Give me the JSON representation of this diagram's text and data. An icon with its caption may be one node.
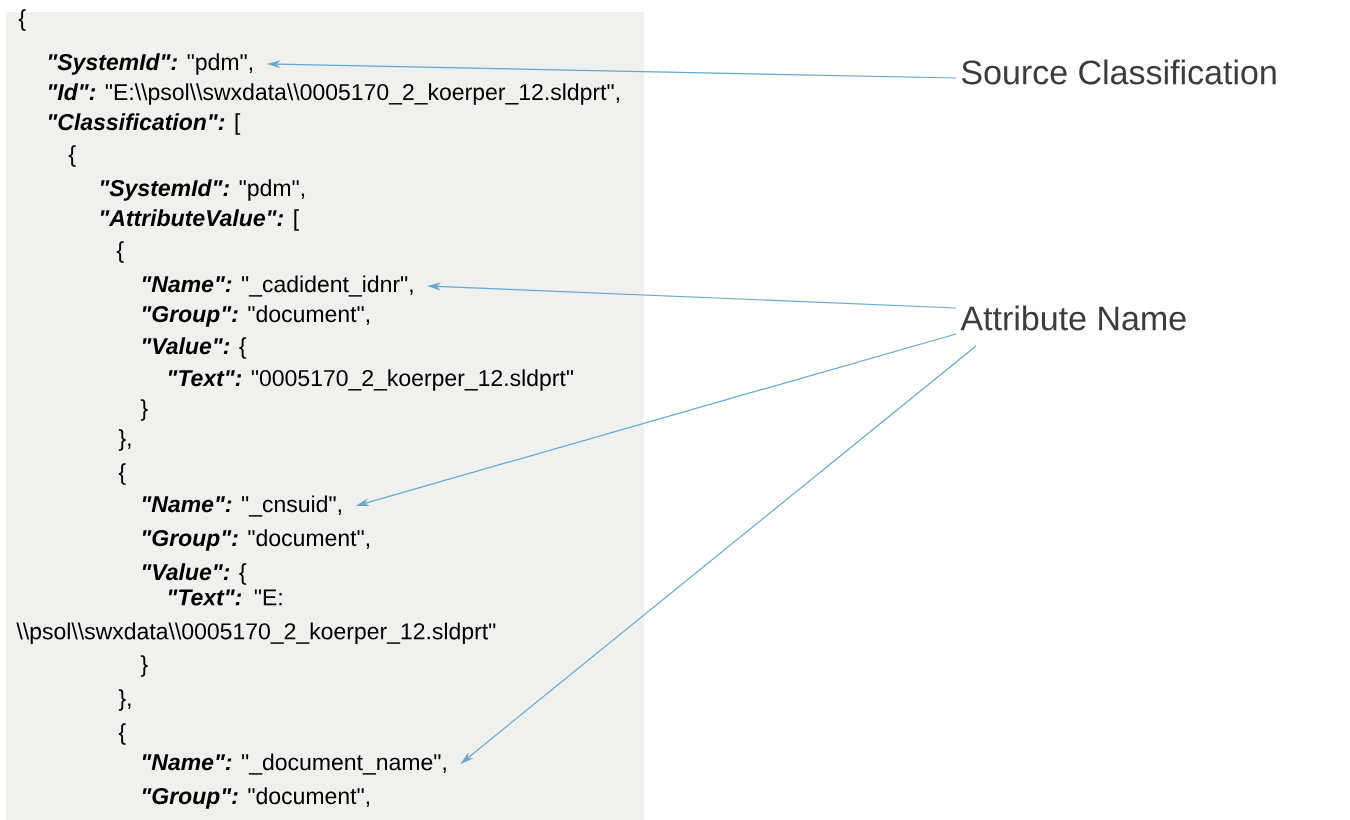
{
  "diagram": {
    "nodes": [
      {
        "text": [
          "**\"SystemId\":** \"pdm\","
        ]
      },
      {
        "text": [
          "Source Classification"
        ]
      },
      {
        "text": [
          "**\"Name\":** \"_cadident_idnr\","
        ]
      },
      {
        "text": [
          "Attribute Name"
        ]
      },
      {
        "text": [
          "**\"Name\":** \"_cnsuid\","
        ]
      },
      {
        "text": [
          "**\"Name\":** \"_document_name\","
        ]
      }
    ],
    "edges": [
      {
        "from": 1,
        "to": 0,
        "arrow": "to"
      },
      {
        "from": 3,
        "to": 2,
        "arrow": "to"
      },
      {
        "from": 3,
        "to": 4,
        "arrow": "to"
      },
      {
        "from": 3,
        "to": 5,
        "arrow": "to"
      }
    ],
    "labels": [
      "{",
      "**\"Id\":** \"E:\\\\psol\\\\swxdata\\\\0005170_2_koerper_12.sldprt\",",
      "**\"Classification\":** [",
      "{",
      "**\"SystemId\":** \"pdm\",",
      "**\"AttributeValue\":** [",
      "{",
      "**\"Group\":** \"document\",",
      "**\"Value\":** {",
      "**\"Text\":** \"0005170_2_koerper_12.sldprt\"",
      "}",
      "},",
      "{",
      "**\"Group\":** \"document\",",
      "**\"Value\":** {",
      "**\"Text\":** \"E: \\\\psol\\\\swxdata\\\\0005170_2_koerper_12.sldprt\"",
      "}",
      "},",
      "{",
      "**\"Group\":** \"document\","
    ]
  }
}
